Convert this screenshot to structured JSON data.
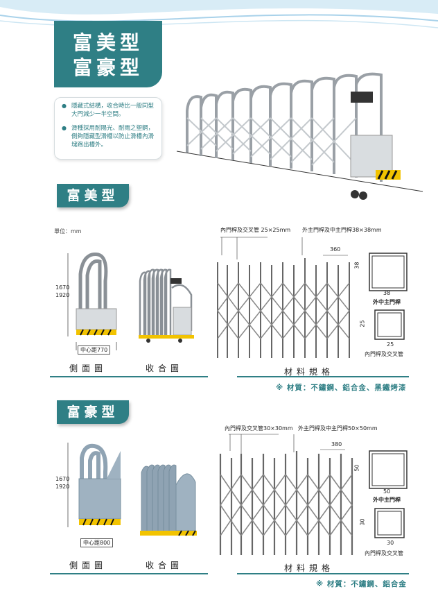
{
  "header": {
    "title_line1": "富美型",
    "title_line2": "富豪型"
  },
  "features": [
    "隱藏式結構，收合時比一般同型大門減少一半空間。",
    "滑種採用耐陽光、耐雨之塑鋼，側夠隱藏型滑槽以防止滑槽內滑塊跑出槽外。"
  ],
  "section1": {
    "tab": "富美型",
    "unit": "單位：mm",
    "height_1": "1670",
    "height_2": "1920",
    "center_dist": "中心距770",
    "side_caption": "側面圖",
    "fold_caption": "收合圖",
    "spec_caption": "材料規格",
    "inner_tube_label": "內門桿及交叉管 25×25mm",
    "outer_tube_label": "外主門桿及中主門桿38×38mm",
    "spacing": "360",
    "main_dim_side": "38",
    "main_dim_bottom": "38",
    "main_label": "外中主門桿",
    "inner_dim_side": "25",
    "inner_dim_bottom": "25",
    "inner_label": "內門桿及交叉管",
    "material": "※ 材質：不鏽鋼、鋁合金、黑鐵烤漆"
  },
  "section2": {
    "tab": "富豪型",
    "height_1": "1670",
    "height_2": "1920",
    "center_dist": "中心距800",
    "side_caption": "側面圖",
    "fold_caption": "收合圖",
    "spec_caption": "材料規格",
    "inner_tube_label": "內門桿及交叉管30×30mm",
    "outer_tube_label": "外主門桿及中主門桿50×50mm",
    "spacing": "380",
    "main_dim_side": "50",
    "main_dim_bottom": "50",
    "main_label": "外中主門桿",
    "inner_dim_side": "30",
    "inner_dim_bottom": "30",
    "inner_label": "內門桿及交叉管",
    "material": "※ 材質：不鏽鋼、鋁合金"
  },
  "colors": {
    "teal": "#2f7f85",
    "caution_yellow": "#f2c300"
  }
}
